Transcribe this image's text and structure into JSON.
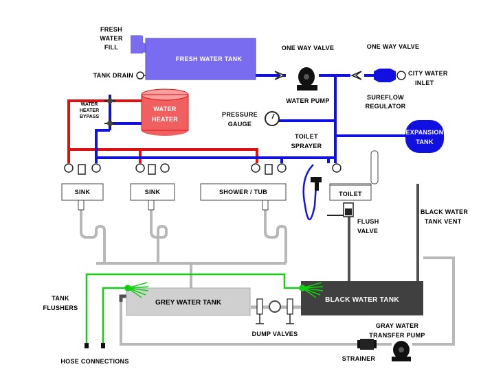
{
  "labels": {
    "fresh_water_fill": [
      "FRESH",
      "WATER",
      "FILL"
    ],
    "fresh_water_tank": "FRESH WATER TANK",
    "tank_drain": "TANK DRAIN",
    "one_way_valve_1": "ONE WAY VALVE",
    "one_way_valve_2": "ONE WAY VALVE",
    "city_water_inlet": [
      "CITY WATER",
      "INLET"
    ],
    "water_pump": "WATER PUMP",
    "sureflow_regulator": [
      "SUREFLOW",
      "REGULATOR"
    ],
    "water_heater_bypass": [
      "WATER",
      "HEATER",
      "BYPASS"
    ],
    "water_heater": [
      "WATER",
      "HEATER"
    ],
    "pressure_gauge": [
      "PRESSURE",
      "GAUGE"
    ],
    "expansion_tank": [
      "EXPANSION",
      "TANK"
    ],
    "toilet_sprayer": [
      "TOILET",
      "SPRAYER"
    ],
    "sink_1": "SINK",
    "sink_2": "SINK",
    "shower_tub": "SHOWER / TUB",
    "toilet": "TOILET",
    "flush_valve": [
      "FLUSH",
      "VALVE"
    ],
    "black_water_tank_vent": [
      "BLACK WATER",
      "TANK VENT"
    ],
    "tank_flushers": [
      "TANK",
      "FLUSHERS"
    ],
    "grey_water_tank": "GREY WATER TANK",
    "black_water_tank": "BLACK WATER TANK",
    "dump_valves": "DUMP VALVES",
    "gray_water_transfer_pump": [
      "GRAY WATER",
      "TRANSFER PUMP"
    ],
    "strainer": "STRAINER",
    "hose_connections": "HOSE CONNECTIONS"
  },
  "colors": {
    "cold_line": "#1010e0",
    "hot_line": "#e01010",
    "fresh_tank": "#7a6cf0",
    "heater": "#f06060",
    "expansion": "#1010e0",
    "grey_tank": "#d0d0d0",
    "black_tank": "#404040",
    "drain_line": "#b8b8b8",
    "black_line": "#505050",
    "flusher_line": "#10d010"
  }
}
